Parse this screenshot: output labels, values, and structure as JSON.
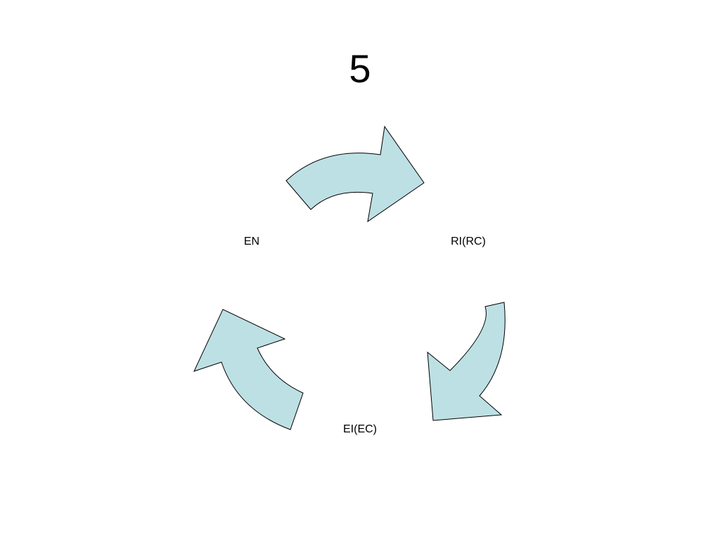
{
  "title": "5",
  "colors": {
    "arrow_fill": "#bde0e4",
    "arrow_stroke": "#000000"
  },
  "nodes": [
    {
      "id": "en",
      "label": "EN"
    },
    {
      "id": "ri",
      "label": "RI(RC)"
    },
    {
      "id": "ei",
      "label": "EI(EC)"
    }
  ],
  "cycle": {
    "direction": "clockwise",
    "edges": [
      {
        "from": "en",
        "to": "ri"
      },
      {
        "from": "ri",
        "to": "ei"
      },
      {
        "from": "ei",
        "to": "en"
      }
    ]
  }
}
